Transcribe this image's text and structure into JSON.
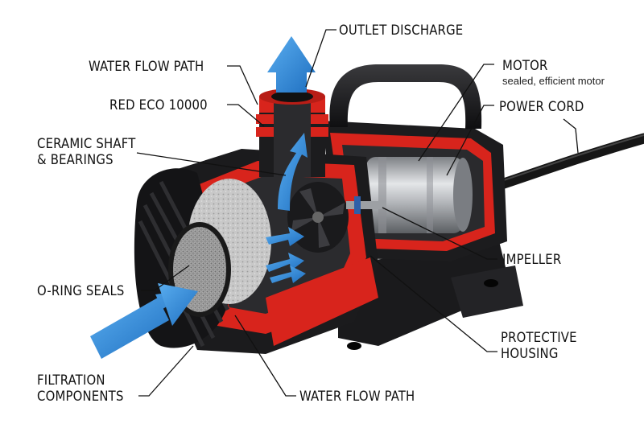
{
  "labels": {
    "outlet_discharge": "OUTLET DISCHARGE",
    "water_flow_path_top": "WATER FLOW PATH",
    "red_eco": "RED ECO 10000",
    "ceramic_shaft_line1": "CERAMIC SHAFT",
    "ceramic_shaft_line2": "& BEARINGS",
    "motor": "MOTOR",
    "motor_sub": "sealed, efficient motor",
    "power_cord": "POWER CORD",
    "impeller": "IMPELLER",
    "o_ring_seals": "O-RING SEALS",
    "protective_housing_line1": "PROTECTIVE",
    "protective_housing_line2": "HOUSING",
    "filtration_line1": "FILTRATION",
    "filtration_line2": "COMPONENTS",
    "water_flow_path_bottom": "WATER FLOW PATH"
  },
  "colors": {
    "housing_red": "#d8241c",
    "housing_dark": "#1c1c1e",
    "flow_blue": "#2f86d6",
    "motor_silver": "#b9bcc0",
    "filter_grey": "#bdbdbd"
  }
}
